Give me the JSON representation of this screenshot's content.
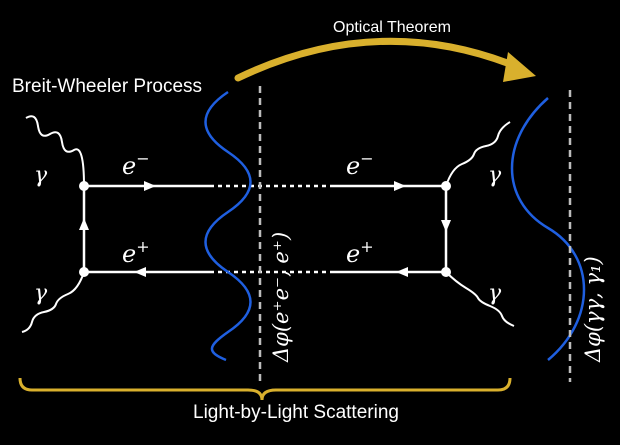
{
  "labels": {
    "optical_theorem": "Optical Theorem",
    "breit_wheeler": "Breit-Wheeler Process",
    "light_by_light": "Light-by-Light Scattering",
    "photon": "γ",
    "electron": "e",
    "electron_sup": "−",
    "positron": "e",
    "positron_sup": "+",
    "cut_left": "Δφ(e⁺e⁻, e⁺)",
    "cut_right": "Δφ(γγ, γ₁)"
  },
  "colors": {
    "background": "#000000",
    "lines": "#ffffff",
    "arrow_gold": "#d9b02d",
    "wave_blue": "#1f5fe0",
    "cut_gray": "#bdbdbd"
  }
}
